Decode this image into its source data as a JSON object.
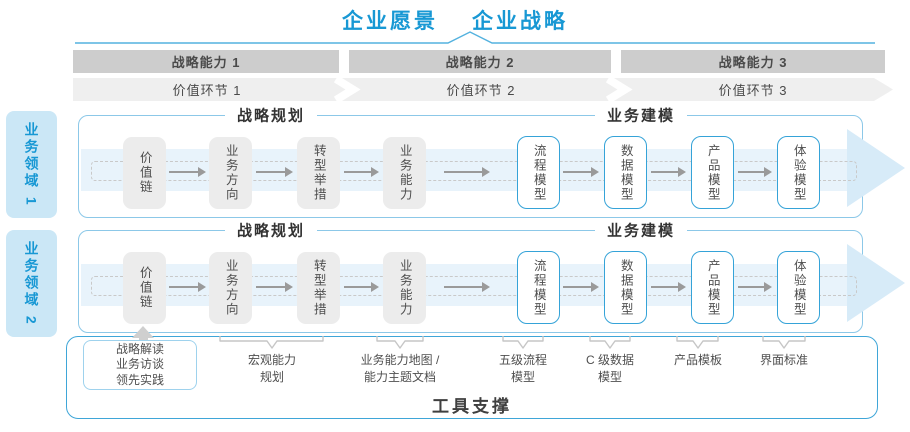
{
  "header": {
    "vision_label": "企业愿景",
    "strategy_label": "企业战略"
  },
  "capability_bars": [
    {
      "label": "战略能力 1"
    },
    {
      "label": "战略能力 2"
    },
    {
      "label": "战略能力 3"
    }
  ],
  "value_chain": [
    {
      "label": "价值环节 1"
    },
    {
      "label": "价值环节 2"
    },
    {
      "label": "价值环节 3"
    }
  ],
  "domains": [
    {
      "label": "业务领域 1"
    },
    {
      "label": "业务领域 2"
    }
  ],
  "row_sections": {
    "planning": "战略规划",
    "modeling": "业务建模"
  },
  "stage_boxes": {
    "gray": [
      {
        "label": "价值链"
      },
      {
        "label": "业务方向"
      },
      {
        "label": "转型举措"
      },
      {
        "label": "业务能力"
      }
    ],
    "outlined": [
      {
        "label": "流程模型"
      },
      {
        "label": "数据模型"
      },
      {
        "label": "产品模型"
      },
      {
        "label": "体验模型"
      }
    ]
  },
  "annotations": {
    "practice_box_lines": [
      "战略解读",
      "业务访谈",
      "领先实践"
    ],
    "labels": [
      {
        "lines": [
          "宏观能力",
          "规划"
        ]
      },
      {
        "lines": [
          "业务能力地图 /",
          "能力主题文档"
        ]
      },
      {
        "lines": [
          "五级流程",
          "模型"
        ]
      },
      {
        "lines": [
          "C 级数据",
          "模型"
        ]
      },
      {
        "lines": [
          "产品模板"
        ]
      },
      {
        "lines": [
          "界面标准"
        ]
      }
    ]
  },
  "footer": {
    "tools_label": "工具支撑"
  },
  "colors": {
    "accent_blue": "#1898d4",
    "domain_fill": "#cbe7f6",
    "row_border": "#8cc8e8",
    "outlined_box_border": "#35a3d8",
    "capability_bar_gray": "#cdcdcd",
    "value_band_gray": "#efefef",
    "stage_box_gray": "#ececec",
    "arrow_band_blue": "#e8f3fb",
    "arrowhead_blue": "#d7ebf8"
  }
}
